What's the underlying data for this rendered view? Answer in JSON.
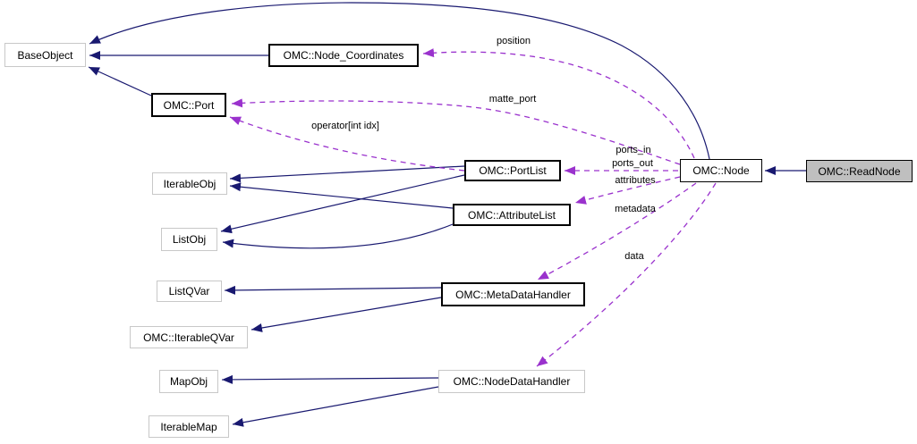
{
  "diagram": {
    "type": "collaboration-graph",
    "nodes": [
      {
        "id": "BaseObject",
        "label": "BaseObject",
        "style": "plain"
      },
      {
        "id": "OMC::Node_Coordinates",
        "label": "OMC::Node_Coordinates",
        "style": "linked"
      },
      {
        "id": "OMC::Port",
        "label": "OMC::Port",
        "style": "linked"
      },
      {
        "id": "IterableObj",
        "label": "IterableObj",
        "style": "plain"
      },
      {
        "id": "OMC::PortList",
        "label": "OMC::PortList",
        "style": "linked"
      },
      {
        "id": "OMC::AttributeList",
        "label": "OMC::AttributeList",
        "style": "linked"
      },
      {
        "id": "ListObj",
        "label": "ListObj",
        "style": "plain"
      },
      {
        "id": "ListQVar",
        "label": "ListQVar",
        "style": "plain"
      },
      {
        "id": "OMC::IterableQVar",
        "label": "OMC::IterableQVar",
        "style": "plain"
      },
      {
        "id": "OMC::MetaDataHandler",
        "label": "OMC::MetaDataHandler",
        "style": "linked"
      },
      {
        "id": "MapObj",
        "label": "MapObj",
        "style": "plain"
      },
      {
        "id": "OMC::NodeDataHandler",
        "label": "OMC::NodeDataHandler",
        "style": "plain"
      },
      {
        "id": "IterableMap",
        "label": "IterableMap",
        "style": "plain"
      },
      {
        "id": "OMC::Node",
        "label": "OMC::Node",
        "style": "thin-linked"
      },
      {
        "id": "OMC::ReadNode",
        "label": "OMC::ReadNode",
        "style": "current"
      }
    ],
    "edges": [
      {
        "from": "OMC::ReadNode",
        "to": "OMC::Node",
        "type": "public-inheritance"
      },
      {
        "from": "OMC::Node",
        "to": "BaseObject",
        "type": "public-inheritance"
      },
      {
        "from": "OMC::Node_Coordinates",
        "to": "BaseObject",
        "type": "public-inheritance"
      },
      {
        "from": "OMC::Port",
        "to": "BaseObject",
        "type": "public-inheritance"
      },
      {
        "from": "OMC::PortList",
        "to": "IterableObj",
        "type": "public-inheritance"
      },
      {
        "from": "OMC::PortList",
        "to": "ListObj",
        "type": "public-inheritance"
      },
      {
        "from": "OMC::AttributeList",
        "to": "IterableObj",
        "type": "public-inheritance"
      },
      {
        "from": "OMC::AttributeList",
        "to": "ListObj",
        "type": "public-inheritance"
      },
      {
        "from": "OMC::MetaDataHandler",
        "to": "ListQVar",
        "type": "public-inheritance"
      },
      {
        "from": "OMC::MetaDataHandler",
        "to": "OMC::IterableQVar",
        "type": "public-inheritance"
      },
      {
        "from": "OMC::NodeDataHandler",
        "to": "MapObj",
        "type": "public-inheritance"
      },
      {
        "from": "OMC::NodeDataHandler",
        "to": "IterableMap",
        "type": "public-inheritance"
      },
      {
        "from": "OMC::Node",
        "to": "OMC::Node_Coordinates",
        "type": "usage",
        "label": "position"
      },
      {
        "from": "OMC::Node",
        "to": "OMC::Port",
        "type": "usage",
        "label": "matte_port"
      },
      {
        "from": "OMC::PortList",
        "to": "OMC::Port",
        "type": "usage",
        "label": "operator[int idx]"
      },
      {
        "from": "OMC::Node",
        "to": "OMC::PortList",
        "type": "usage",
        "label": "ports_in"
      },
      {
        "from": "OMC::Node",
        "to": "OMC::PortList",
        "type": "usage",
        "label": "ports_out"
      },
      {
        "from": "OMC::Node",
        "to": "OMC::AttributeList",
        "type": "usage",
        "label": "attributes"
      },
      {
        "from": "OMC::Node",
        "to": "OMC::MetaDataHandler",
        "type": "usage",
        "label": "metadata"
      },
      {
        "from": "OMC::Node",
        "to": "OMC::NodeDataHandler",
        "type": "usage",
        "label": "data"
      }
    ],
    "colors": {
      "inheritance_edge": "#191970",
      "usage_edge": "#9a32cd",
      "linked_box_border": "#000000",
      "plain_box_border": "#c8c8c8",
      "current_box_fill": "#bfbfbf",
      "box_fill": "#ffffff",
      "text": "#000000"
    }
  }
}
